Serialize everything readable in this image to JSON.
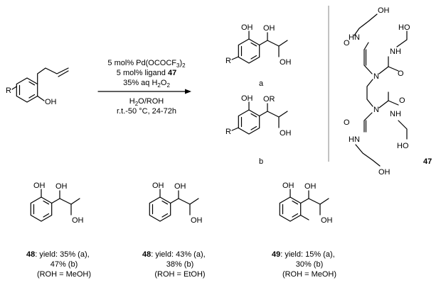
{
  "atoms": {
    "OH": "OH",
    "OR": "OR",
    "R": "R",
    "O": "O",
    "N": "N",
    "NH": "NH",
    "HN": "HN"
  },
  "conditions": {
    "line1_pre": "5 mol% Pd(OCOCF",
    "line1_sub3": "3",
    "line1_post": ")",
    "line1_sub2": "2",
    "line2_pre": "5 mol% ligand ",
    "line2_ligand": "47",
    "line3_pre": "35% aq H",
    "line3_sub2": "2",
    "line3_post": "O",
    "line3_sub2b": "2",
    "line4_pre": "H",
    "line4_sub2": "2",
    "line4_post": "O/ROH",
    "line5": "r.t.-50 °C, 24-72h"
  },
  "product_labels": {
    "a": "a",
    "b": "b"
  },
  "ligand_label": "47",
  "examples": [
    {
      "compound": "48",
      "text1": ": yield: 35% (a),",
      "text2": "47% (b)",
      "text3": "(ROH = MeOH)"
    },
    {
      "compound": "48",
      "text1": ": yield: 43% (a),",
      "text2": "38% (b)",
      "text3": "(ROH = EtOH)"
    },
    {
      "compound": "49",
      "text1": ": yield: 15% (a),",
      "text2": "30% (b)",
      "text3": "(ROH = MeOH)"
    }
  ]
}
